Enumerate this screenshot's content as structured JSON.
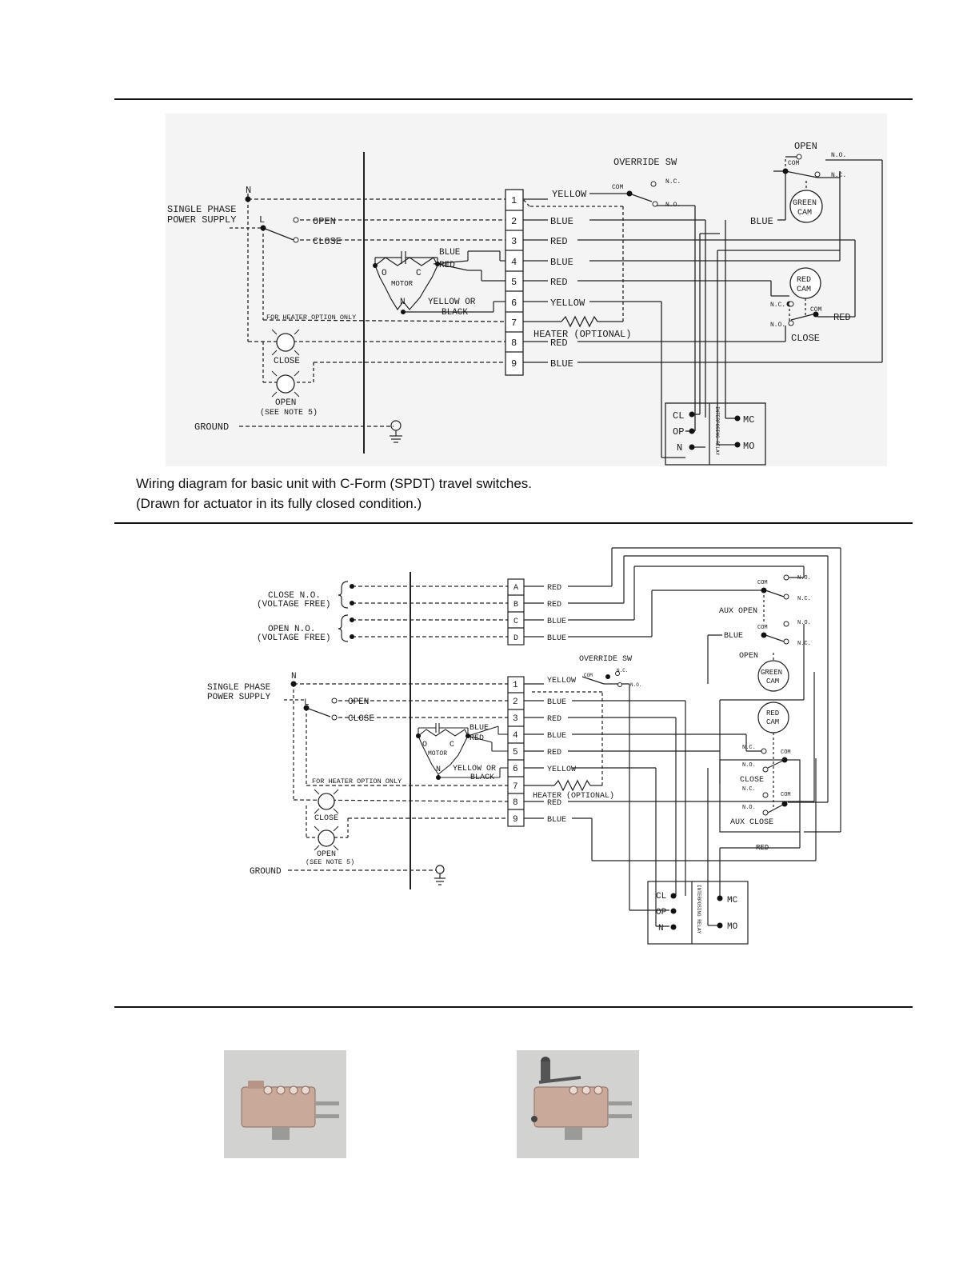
{
  "diagram1": {
    "supply": {
      "n": "N",
      "l": "L",
      "title1": "SINGLE PHASE",
      "title2": "POWER SUPPLY",
      "open": "OPEN",
      "close": "CLOSE"
    },
    "heater_note": "FOR HEATER OPTION ONLY",
    "lamp_close": "CLOSE",
    "lamp_open": "OPEN",
    "lamp_note": "(SEE NOTE 5)",
    "ground": "GROUND",
    "motor": {
      "label": "MOTOR",
      "o": "O",
      "c": "C",
      "n": "N"
    },
    "motor_wires": {
      "blue": "BLUE",
      "red": "RED",
      "yob1": "YELLOW OR",
      "yob2": "BLACK"
    },
    "terminals": [
      "1",
      "2",
      "3",
      "4",
      "5",
      "6",
      "7",
      "8",
      "9"
    ],
    "wires": [
      "YELLOW",
      "BLUE",
      "RED",
      "BLUE",
      "RED",
      "YELLOW",
      "HEATER (OPTIONAL)",
      "RED",
      "BLUE"
    ],
    "override": {
      "title": "OVERRIDE SW",
      "com": "COM",
      "nc": "N.C.",
      "no": "N.O."
    },
    "open_sw": {
      "title": "OPEN",
      "com": "COM",
      "no": "N.O.",
      "nc": "N.C."
    },
    "green_cam": [
      "GREEN",
      "CAM"
    ],
    "red_cam": [
      "RED",
      "CAM"
    ],
    "close_sw": {
      "title": "CLOSE",
      "nc": "N.C.",
      "no": "N.O.",
      "com": "COM"
    },
    "blue_label": "BLUE",
    "red_label": "RED",
    "relay": {
      "cl": "CL",
      "op": "OP",
      "n": "N",
      "mc": "MC",
      "mo": "MO",
      "title": "INTERPOSING RELAY"
    }
  },
  "caption": {
    "line1": "Wiring diagram for basic unit with C-Form (SPDT) travel switches.",
    "line2": "(Drawn for actuator in its fully closed condition.)"
  },
  "diagram2": {
    "close_no": "CLOSE N.O.",
    "open_no": "OPEN N.O.",
    "voltage_free": "(VOLTAGE FREE)",
    "aux_terminals": [
      "A",
      "B",
      "C",
      "D"
    ],
    "aux_wires": [
      "RED",
      "RED",
      "BLUE",
      "BLUE"
    ],
    "supply": {
      "n": "N",
      "l": "L",
      "title1": "SINGLE PHASE",
      "title2": "POWER SUPPLY",
      "open": "OPEN",
      "close": "CLOSE"
    },
    "heater_note": "FOR HEATER OPTION ONLY",
    "lamp_close": "CLOSE",
    "lamp_open": "OPEN",
    "lamp_note": "(SEE NOTE 5)",
    "ground": "GROUND",
    "motor": {
      "label": "MOTOR",
      "o": "O",
      "c": "C",
      "n": "N"
    },
    "motor_wires": {
      "blue": "BLUE",
      "red": "RED",
      "yob1": "YELLOW OR",
      "yob2": "BLACK"
    },
    "terminals": [
      "1",
      "2",
      "3",
      "4",
      "5",
      "6",
      "7",
      "8",
      "9"
    ],
    "wires": [
      "YELLOW",
      "BLUE",
      "RED",
      "BLUE",
      "RED",
      "YELLOW",
      "HEATER (OPTIONAL)",
      "RED",
      "BLUE"
    ],
    "override": {
      "title": "OVERRIDE SW",
      "com": "COM",
      "nc": "N.C.",
      "no": "N.O."
    },
    "aux_open": {
      "title": "AUX OPEN",
      "com": "COM",
      "no": "N.O.",
      "nc": "N.C."
    },
    "open_sw": {
      "title": "OPEN",
      "com": "COM",
      "no": "N.O.",
      "nc": "N.C."
    },
    "green_cam": [
      "GREEN",
      "CAM"
    ],
    "red_cam": [
      "RED",
      "CAM"
    ],
    "close_sw": {
      "title": "CLOSE",
      "nc": "N.C.",
      "no": "N.O.",
      "com": "COM"
    },
    "aux_close": {
      "title": "AUX CLOSE",
      "nc": "N.C.",
      "no": "N.O.",
      "com": "COM"
    },
    "blue_label": "BLUE",
    "red_label": "RED",
    "relay": {
      "cl": "CL",
      "op": "OP",
      "n": "N",
      "mc": "MC",
      "mo": "MO",
      "title": "INTERPOSING RELAY"
    }
  }
}
